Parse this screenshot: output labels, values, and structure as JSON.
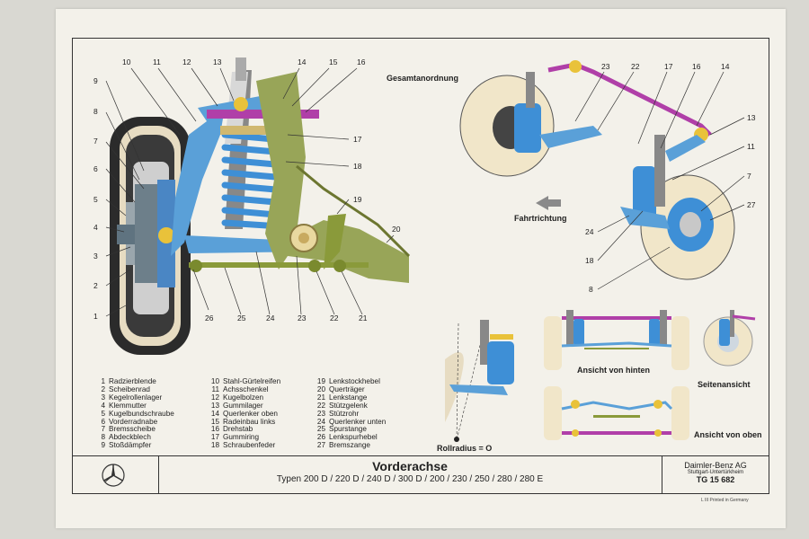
{
  "title": "Vorderachse",
  "subtitle": "Typen 200 D / 220 D / 240 D / 300 D / 200 / 230 / 250 / 280 / 280 E",
  "company": "Daimler-Benz AG",
  "location": "Stuttgart-Untertürkheim",
  "doc_number": "TG 15 682",
  "printed": "L III Printed in Germany",
  "views": {
    "overall": "Gesamtanordnung",
    "direction": "Fahrtrichtung",
    "rear": "Ansicht von hinten",
    "side": "Seitenansicht",
    "top": "Ansicht von oben",
    "roll_radius": "Rollradius = O"
  },
  "legend": [
    {
      "n": "1",
      "label": "Radzierblende"
    },
    {
      "n": "2",
      "label": "Scheibenrad"
    },
    {
      "n": "3",
      "label": "Kegelrollenlager"
    },
    {
      "n": "4",
      "label": "Klemmutter"
    },
    {
      "n": "5",
      "label": "Kugelbundschraube"
    },
    {
      "n": "6",
      "label": "Vorderradnabe"
    },
    {
      "n": "7",
      "label": "Bremsscheibe"
    },
    {
      "n": "8",
      "label": "Abdeckblech"
    },
    {
      "n": "9",
      "label": "Stoßdämpfer"
    },
    {
      "n": "10",
      "label": "Stahl-Gürtelreifen"
    },
    {
      "n": "11",
      "label": "Achsschenkel"
    },
    {
      "n": "12",
      "label": "Kugelbolzen"
    },
    {
      "n": "13",
      "label": "Gummilager"
    },
    {
      "n": "14",
      "label": "Querlenker oben"
    },
    {
      "n": "15",
      "label": "Radeinbau links"
    },
    {
      "n": "16",
      "label": "Drehstab"
    },
    {
      "n": "17",
      "label": "Gummiring"
    },
    {
      "n": "18",
      "label": "Schraubenfeder"
    },
    {
      "n": "19",
      "label": "Lenkstockhebel"
    },
    {
      "n": "20",
      "label": "Querträger"
    },
    {
      "n": "21",
      "label": "Lenkstange"
    },
    {
      "n": "22",
      "label": "Stützgelenk"
    },
    {
      "n": "23",
      "label": "Stützrohr"
    },
    {
      "n": "24",
      "label": "Querlenker unten"
    },
    {
      "n": "25",
      "label": "Spurstange"
    },
    {
      "n": "26",
      "label": "Lenkspurhebel"
    },
    {
      "n": "27",
      "label": "Bremszange"
    }
  ],
  "callouts": {
    "main_top": [
      "10",
      "11",
      "12",
      "13",
      "14",
      "15",
      "16"
    ],
    "main_left": [
      "9",
      "8",
      "7",
      "6",
      "5",
      "4",
      "3",
      "2",
      "1"
    ],
    "main_right": [
      "17",
      "18",
      "19",
      "20"
    ],
    "main_bottom": [
      "26",
      "25",
      "24",
      "23",
      "22",
      "21"
    ],
    "overall_top": [
      "23",
      "22",
      "17",
      "16",
      "14"
    ],
    "overall_right": [
      "13",
      "11",
      "7",
      "27"
    ],
    "overall_left": [
      "24",
      "18",
      "8"
    ]
  },
  "colors": {
    "poster": "#f3f1ea",
    "tire": "#2b2b2b",
    "spring": "#3e8fd6",
    "torsion_bar": "#b03fa8",
    "arm": "#5aa0d8",
    "bracket": "#8a9a3a",
    "yellow": "#e9c23a",
    "wheel": "#f1e6c9"
  }
}
